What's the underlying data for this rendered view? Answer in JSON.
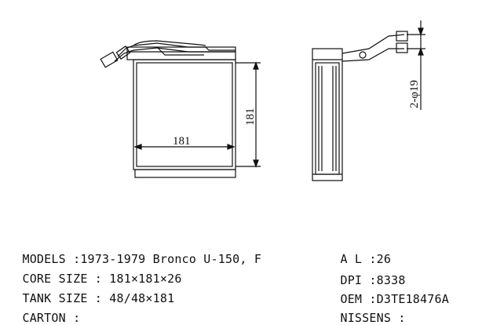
{
  "dimensions": {
    "width_label": "181",
    "height_label": "181",
    "pipe_label": "2-φ19"
  },
  "specs_left": [
    {
      "label": "MODELS",
      "sep": " :",
      "value": "1973-1979 Bronco U-150, F"
    },
    {
      "label": "CORE SIZE",
      "sep": " : ",
      "value": "181×181×26"
    },
    {
      "label": "TANK SIZE",
      "sep": " : ",
      "value": "48/48×181"
    },
    {
      "label": "CARTON",
      "sep": " :",
      "value": ""
    }
  ],
  "specs_right": [
    {
      "label": "A L",
      "sep": " :",
      "value": "26"
    },
    {
      "label": "DPI",
      "sep": " :",
      "value": "8338"
    },
    {
      "label": "OEM",
      "sep": " :",
      "value": "D3TE18476A"
    },
    {
      "label": "NISSENS",
      "sep": " :",
      "value": ""
    }
  ]
}
